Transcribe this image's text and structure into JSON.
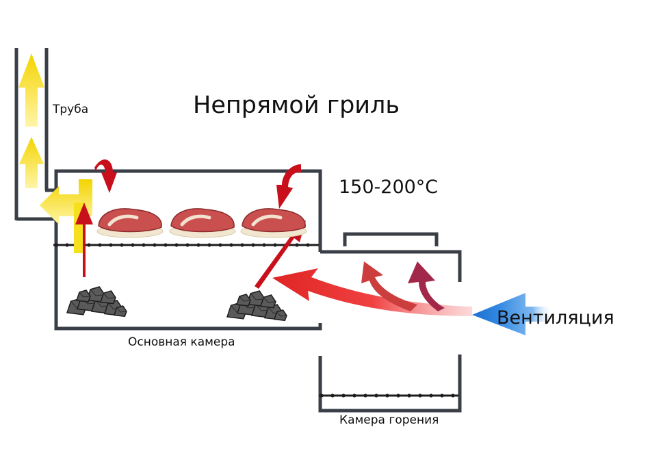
{
  "title": "Непрямой гриль",
  "labels": {
    "pipe": "Труба",
    "temperature": "150-200°C",
    "main_chamber": "Основная камера",
    "fire_chamber": "Камера горения",
    "ventilation": "Вентиляция"
  },
  "colors": {
    "wall": "#3a3f47",
    "smoke": "#f6df1c",
    "hot_air": "#c8101c",
    "incoming_air": "#ee3e3e",
    "ventilation": "#2f86e0",
    "meat": "#c9504f",
    "coal": "#4a4a4a"
  },
  "icons": [
    "meat-steak-icon",
    "coal-pile-icon",
    "smoke-arrow-icon",
    "airflow-arrow-icon"
  ]
}
